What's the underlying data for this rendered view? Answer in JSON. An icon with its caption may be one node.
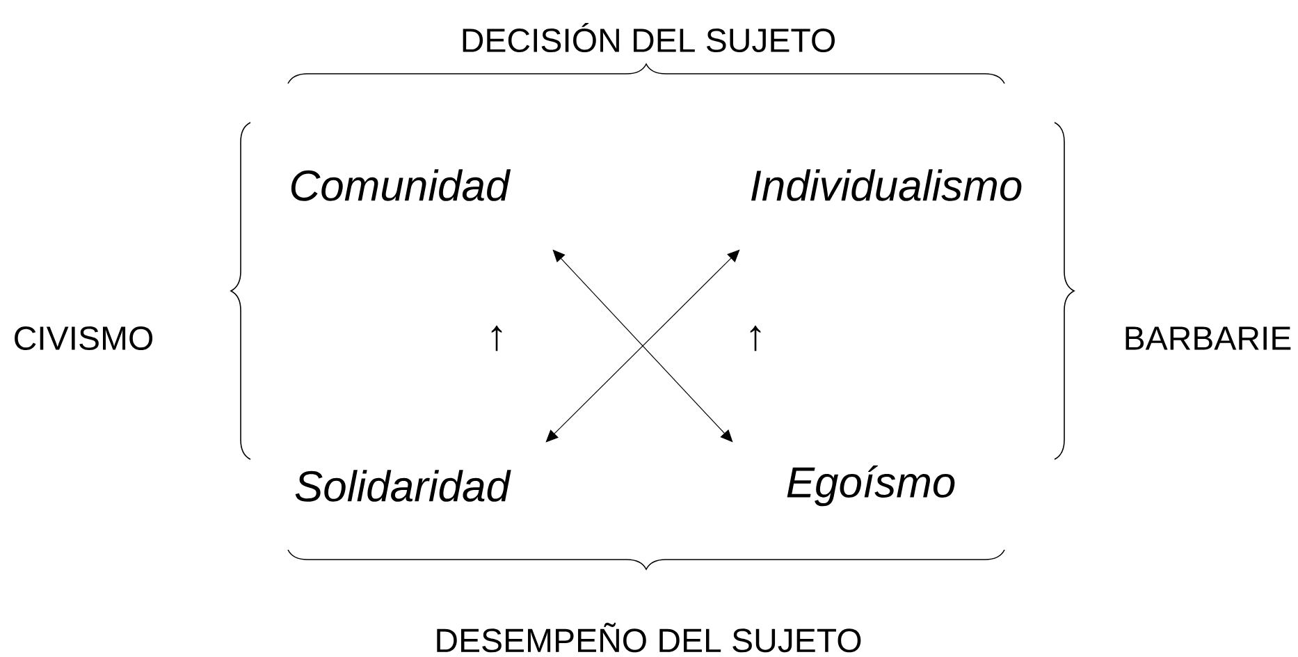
{
  "diagram": {
    "nodes": [
      {
        "text": [
          "Comunidad"
        ]
      },
      {
        "text": [
          "Individualismo"
        ]
      },
      {
        "text": [
          "Solidaridad"
        ]
      },
      {
        "text": [
          "Egoísmo"
        ]
      }
    ],
    "edges": [
      {
        "from": 0,
        "to": 3,
        "arrow": "both"
      },
      {
        "from": 1,
        "to": 2,
        "arrow": "both"
      }
    ],
    "labels": [
      "DECISIÓN DEL SUJETO",
      "CIVISMO",
      "↑",
      "↑",
      "BARBARIE",
      "DESEMPEÑO DEL SUJETO"
    ]
  }
}
